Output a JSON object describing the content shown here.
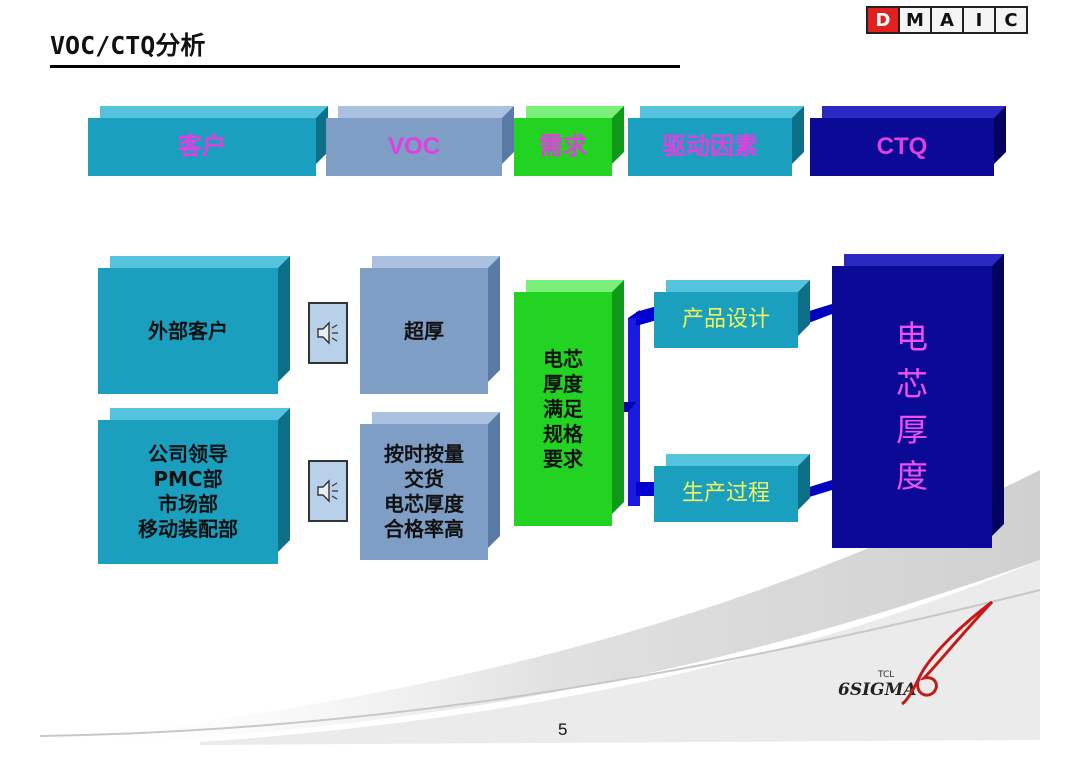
{
  "title": "VOC/CTQ分析",
  "dmaic": [
    "D",
    "M",
    "A",
    "I",
    "C"
  ],
  "dmaic_active": "D",
  "headers": {
    "customer": "客户",
    "voc": "VOC",
    "need": "需求",
    "driver": "驱动因素",
    "ctq": "CTQ"
  },
  "customers": {
    "external": "外部客户",
    "internal": [
      "公司领导",
      "PMC部",
      "市场部",
      "移动装配部"
    ]
  },
  "voc": {
    "external": "超厚",
    "internal": [
      "按时按量",
      "交货",
      "电芯厚度",
      "合格率高"
    ]
  },
  "need": [
    "电芯",
    "厚度",
    "满足",
    "规格",
    "要求"
  ],
  "drivers": {
    "design": "产品设计",
    "process": "生产过程"
  },
  "ctq": [
    "电",
    "芯",
    "厚",
    "度"
  ],
  "logo": {
    "brand": "6SIGMA",
    "tcl": "TCL"
  },
  "page_number": "5",
  "colors": {
    "teal": "#1a9fbf",
    "slate": "#7f9ec6",
    "green": "#22d322",
    "navy": "#0a0a96",
    "header_text_magenta": "#e040e0",
    "driver_text_yellow": "#f2f25a",
    "ctq_text_magenta": "#f050f0",
    "dmaic_active": "#e32020"
  }
}
